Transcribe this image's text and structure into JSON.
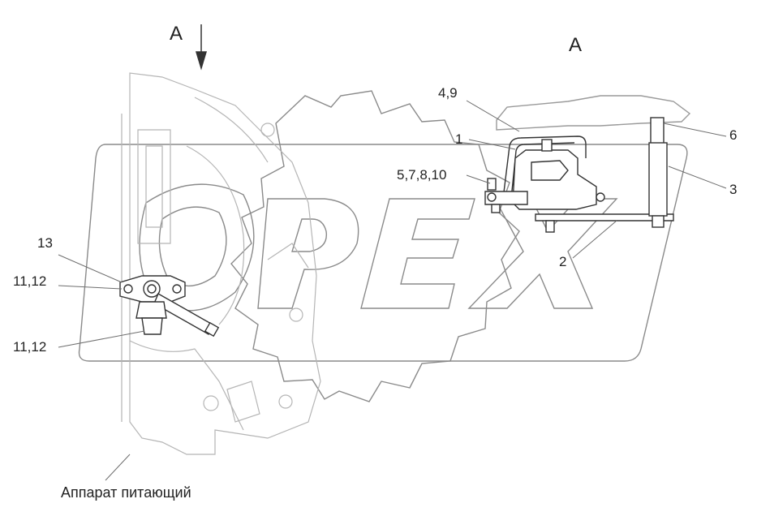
{
  "view_labels": {
    "left_arrow": "A",
    "right_view": "A"
  },
  "callouts": {
    "c13": "13",
    "c11_12_top": "11,12",
    "c11_12_bottom": "11,12",
    "c4_9": "4,9",
    "c1": "1",
    "c5_7_8_10": "5,7,8,10",
    "c6": "6",
    "c3": "3",
    "c2": "2"
  },
  "caption": "Аппарат питающий",
  "watermark": "OPEX",
  "colors": {
    "line": "#6e6e6e",
    "light": "#bdbdbd",
    "watermark": "#8a8a8a",
    "text": "#222222"
  }
}
